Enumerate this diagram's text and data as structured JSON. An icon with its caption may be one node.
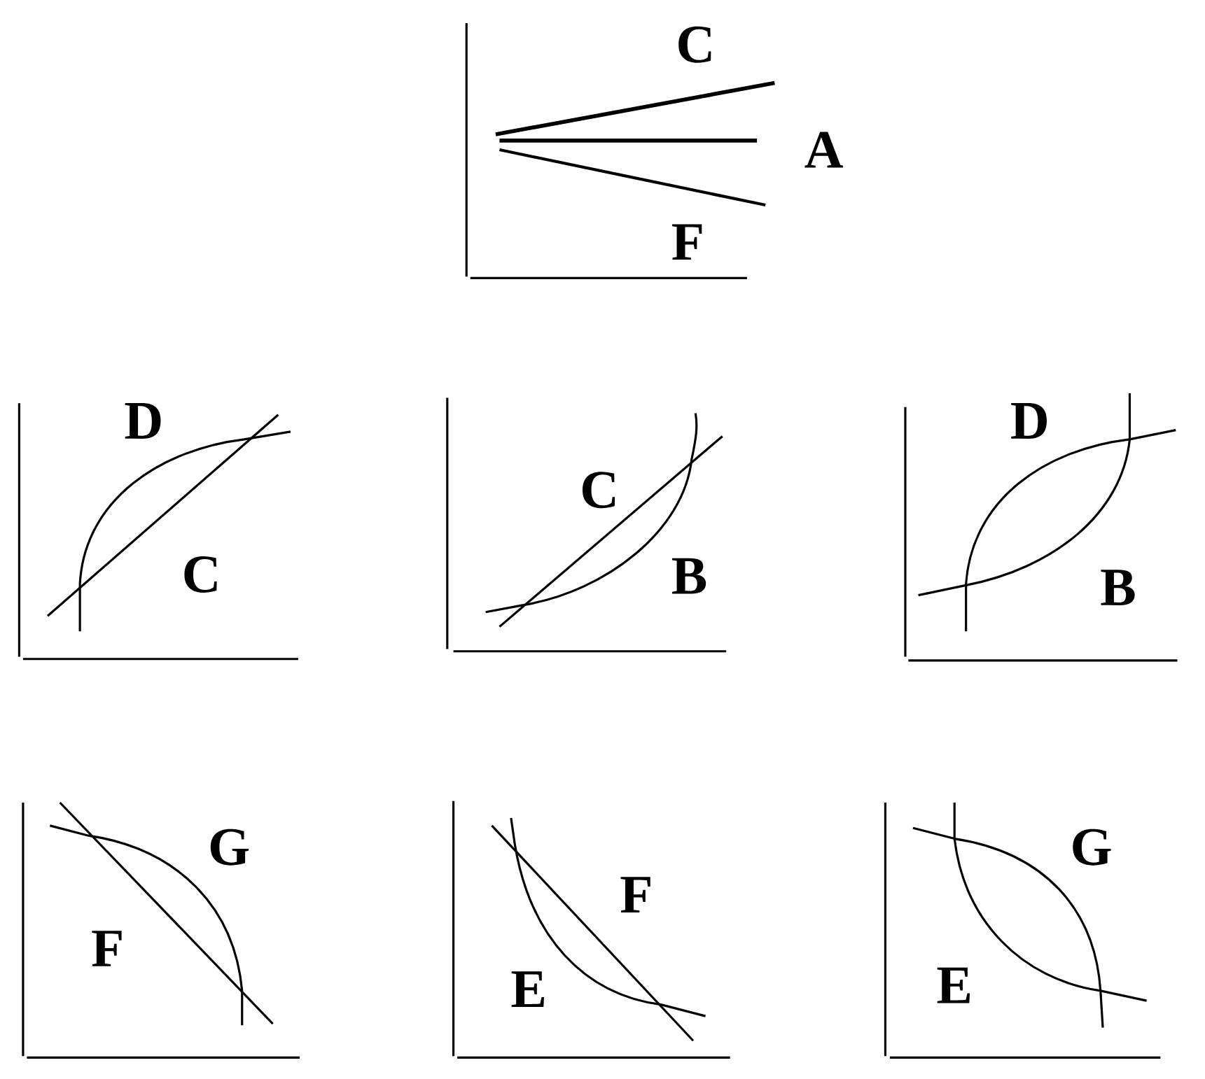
{
  "diagram": {
    "labels": [
      "C",
      "A",
      "F",
      "D",
      "C",
      "C",
      "B",
      "D",
      "B",
      "G",
      "F",
      "F",
      "E",
      "G",
      "E"
    ]
  }
}
